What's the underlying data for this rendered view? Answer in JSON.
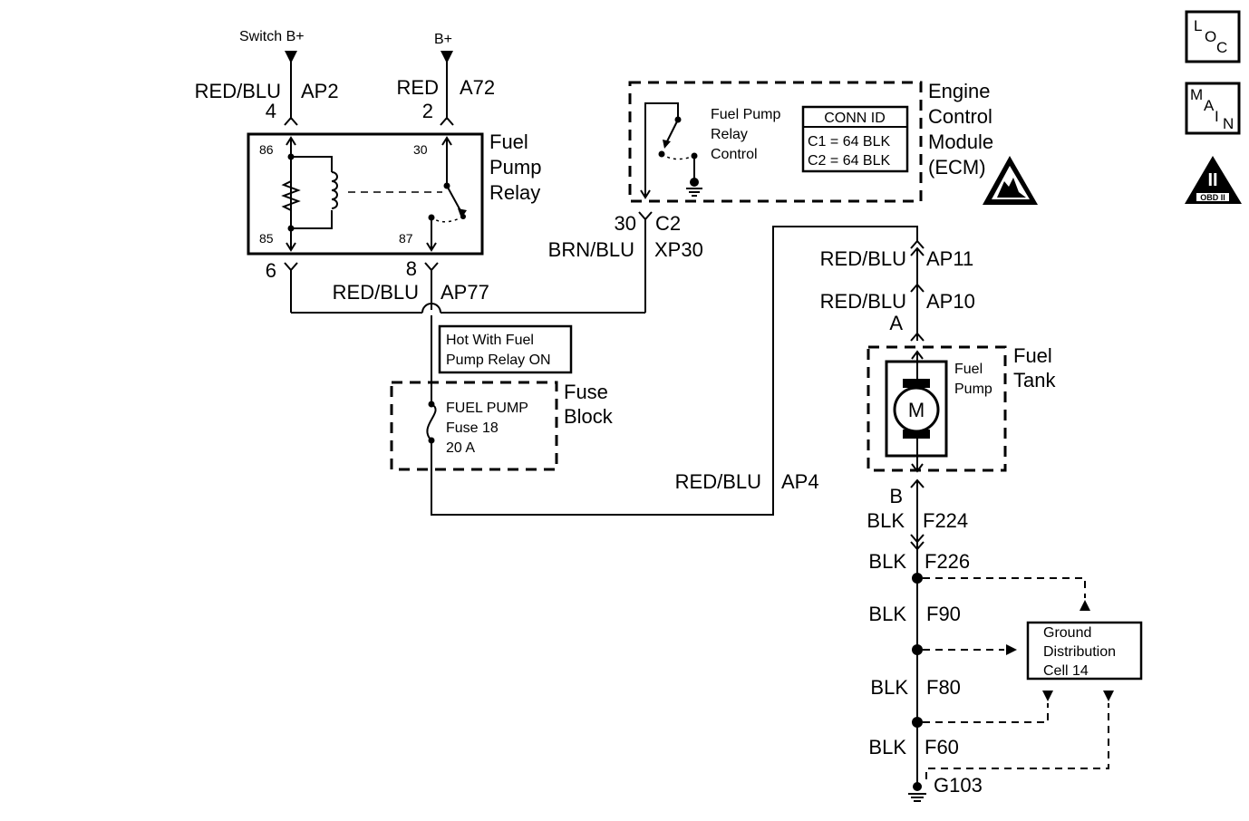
{
  "top_sources": {
    "switch_label": "Switch B+",
    "bplus_label": "B+"
  },
  "wires": {
    "ap2": {
      "color": "RED/BLU",
      "circuit": "AP2",
      "pin": "4"
    },
    "a72": {
      "color": "RED",
      "circuit": "A72",
      "pin": "2"
    },
    "pin6": "6",
    "ap77": {
      "color": "RED/BLU",
      "circuit": "AP77",
      "pin": "8"
    },
    "xp30": {
      "pin": "30",
      "connector": "C2",
      "color": "BRN/BLU",
      "circuit": "XP30"
    },
    "ap4": {
      "color": "RED/BLU",
      "circuit": "AP4"
    },
    "ap11": {
      "color": "RED/BLU",
      "circuit": "AP11"
    },
    "ap10": {
      "color": "RED/BLU",
      "circuit": "AP10",
      "pin": "A"
    },
    "f224": {
      "pin": "B",
      "color": "BLK",
      "circuit": "F224"
    },
    "f226": {
      "color": "BLK",
      "circuit": "F226"
    },
    "f90": {
      "color": "BLK",
      "circuit": "F90"
    },
    "f80": {
      "color": "BLK",
      "circuit": "F80"
    },
    "f60": {
      "color": "BLK",
      "circuit": "F60"
    },
    "ground": "G103"
  },
  "relay": {
    "title": [
      "Fuel",
      "Pump",
      "Relay"
    ],
    "pins": {
      "p86": "86",
      "p85": "85",
      "p30": "30",
      "p87": "87"
    }
  },
  "ecm": {
    "title": [
      "Engine",
      "Control",
      "Module",
      "(ECM)"
    ],
    "control_label": [
      "Fuel Pump",
      "Relay",
      "Control"
    ],
    "conn_id": {
      "header": "CONN ID",
      "c1": "C1 = 64 BLK",
      "c2": "C2 = 64 BLK"
    }
  },
  "hot_note": [
    "Hot With Fuel",
    "Pump Relay ON"
  ],
  "fuse_block": {
    "title": [
      "Fuse",
      "Block"
    ],
    "fuse": [
      "FUEL PUMP",
      "Fuse 18",
      "20 A"
    ]
  },
  "fuel_tank": {
    "title": [
      "Fuel",
      "Tank"
    ],
    "pump_label": [
      "Fuel",
      "Pump"
    ],
    "motor": "M"
  },
  "ground_dist": [
    "Ground",
    "Distribution",
    "Cell 14"
  ],
  "side_icons": {
    "loc": {
      "l": "L",
      "o": "O",
      "c": "C"
    },
    "main": {
      "m": "M",
      "a": "A",
      "i": "I",
      "n": "N"
    },
    "obd": {
      "roman": "II",
      "label": "OBD II"
    }
  }
}
